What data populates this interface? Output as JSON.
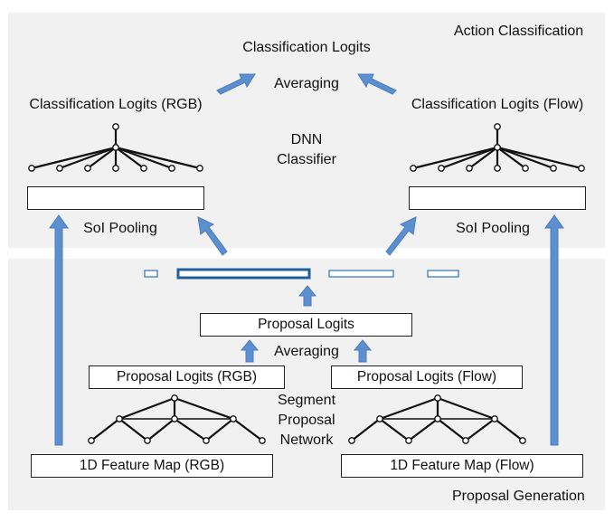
{
  "sections": {
    "top": "Action Classification",
    "bottom": "Proposal Generation"
  },
  "classification": {
    "final": "Classification Logits",
    "averaging": "Averaging",
    "rgb": "Classification Logits (RGB)",
    "flow": "Classification Logits (Flow)",
    "classifier_line1": "DNN",
    "classifier_line2": "Classifier",
    "pool_left": "SoI Pooling",
    "pool_right": "SoI Pooling"
  },
  "proposal": {
    "logits": "Proposal Logits",
    "averaging": "Averaging",
    "rgb": "Proposal Logits (RGB)",
    "flow": "Proposal Logits (Flow)",
    "network_line1": "Segment",
    "network_line2": "Proposal",
    "network_line3": "Network"
  },
  "features": {
    "rgb": "1D Feature Map (RGB)",
    "flow": "1D Feature Map (Flow)"
  },
  "colors": {
    "arrow": "#5b8fd0",
    "arrow_edge": "#4a7cc0",
    "segment": "#2e75b6",
    "panel": "#f1f1f1"
  }
}
